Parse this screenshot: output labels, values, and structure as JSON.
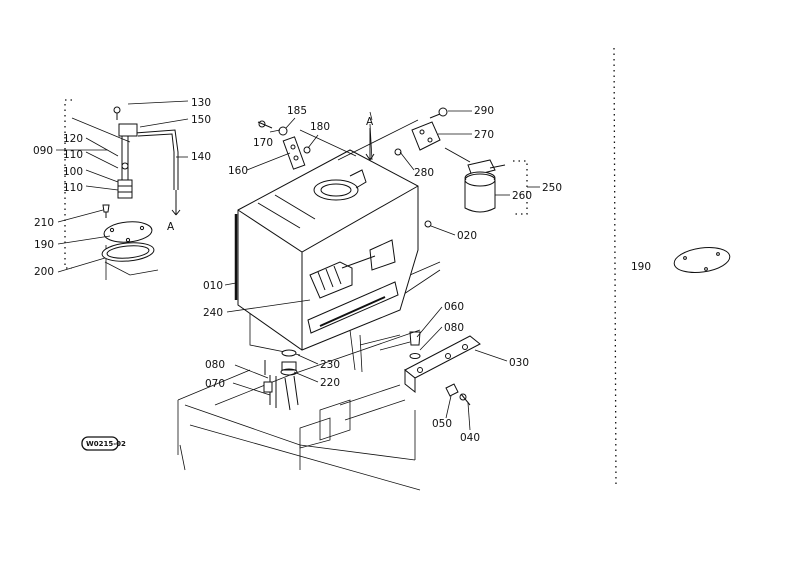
{
  "diagram": {
    "ref_code": "W0215-02",
    "view_marker": "A",
    "parts": {
      "p010": "010",
      "p020": "020",
      "p030": "030",
      "p040": "040",
      "p050": "050",
      "p060": "060",
      "p070": "070",
      "p080a": "080",
      "p080b": "080",
      "p090": "090",
      "p100": "100",
      "p110a": "110",
      "p110b": "110",
      "p120": "120",
      "p130": "130",
      "p140": "140",
      "p150": "150",
      "p160": "160",
      "p170": "170",
      "p180": "180",
      "p185": "185",
      "p190a": "190",
      "p190b": "190",
      "p200": "200",
      "p210": "210",
      "p220": "220",
      "p230": "230",
      "p240": "240",
      "p250": "250",
      "p260": "260",
      "p270": "270",
      "p280": "280",
      "p290": "290"
    }
  }
}
